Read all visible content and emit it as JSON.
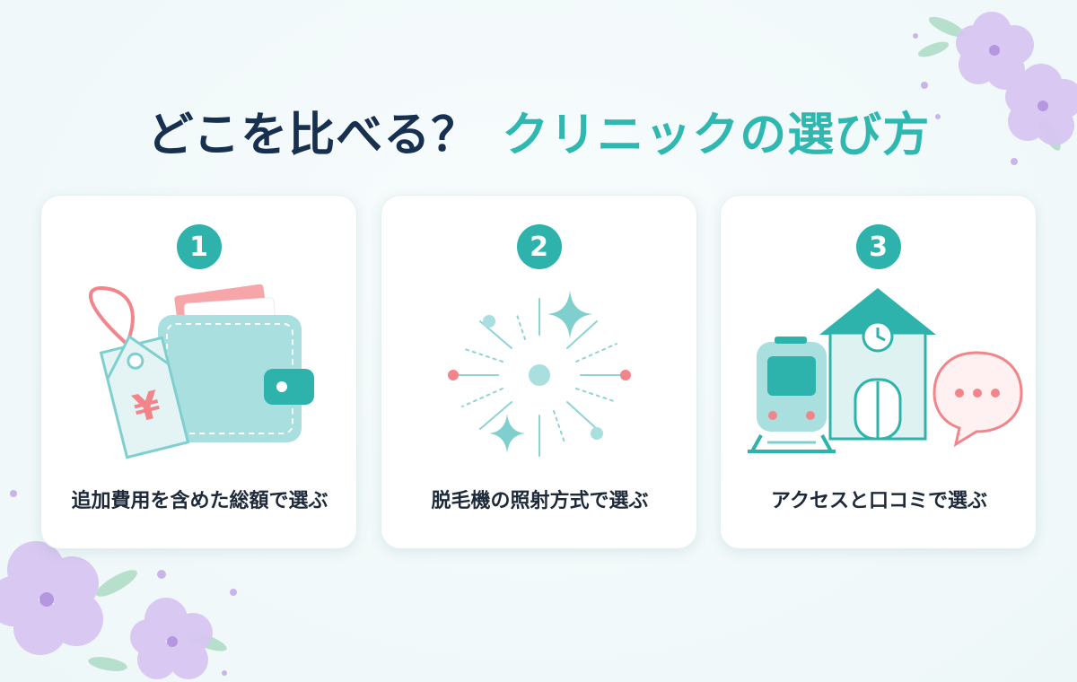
{
  "title": {
    "part1": "どこを比べる？",
    "part2": "クリニックの選び方"
  },
  "cards": [
    {
      "number": "1",
      "label": "追加費用を含めた総額で選ぶ",
      "icon": "wallet-price-tag-icon"
    },
    {
      "number": "2",
      "label": "脱毛機の照射方式で選ぶ",
      "icon": "laser-sparkle-icon"
    },
    {
      "number": "3",
      "label": "アクセスと口コミで選ぶ",
      "icon": "train-building-chat-icon"
    }
  ],
  "price_tag_symbol": "¥",
  "colors": {
    "accent": "#2db3ab",
    "title_dark": "#17304f",
    "pink": "#f2858a",
    "mint": "#a9dfdf",
    "lavender": "#c9b5ea"
  }
}
